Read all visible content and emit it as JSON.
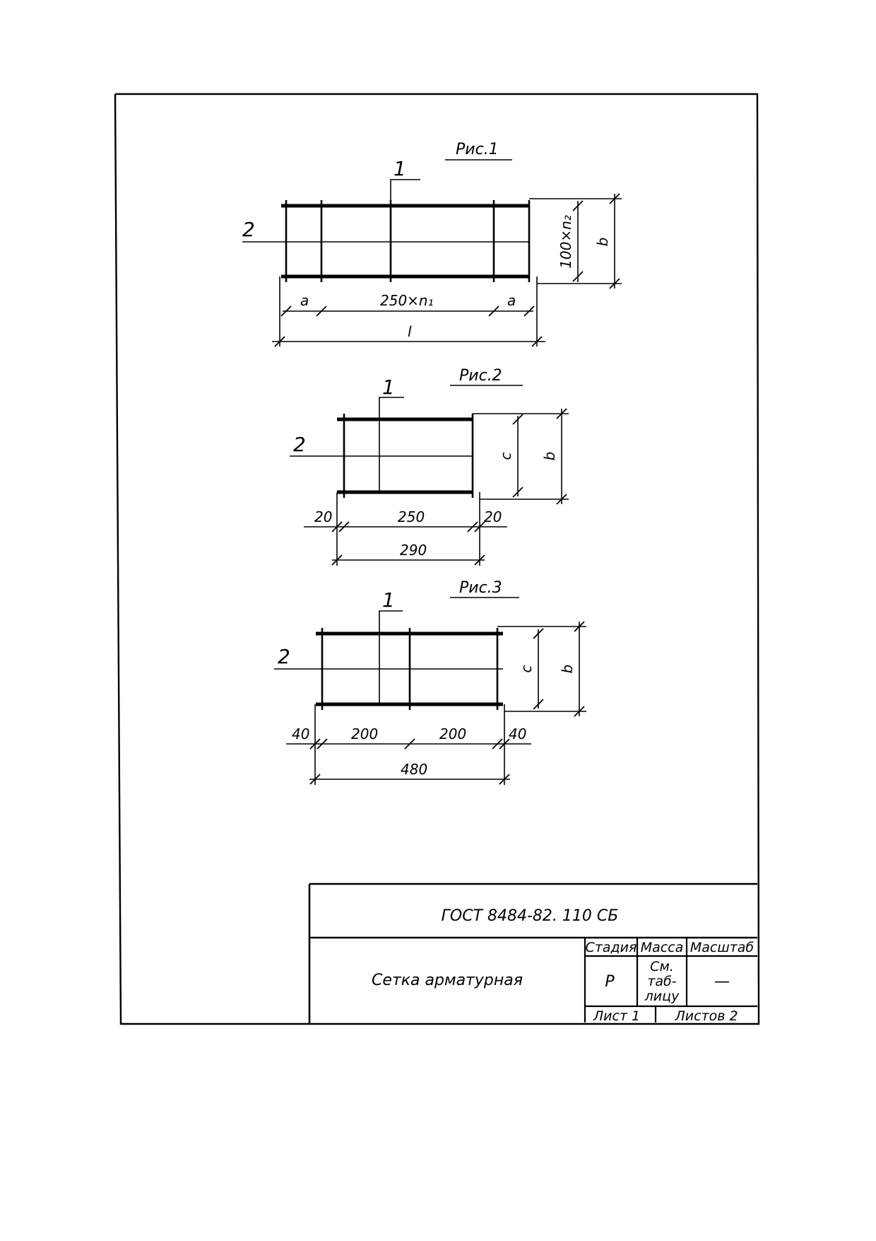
{
  "fig1": {
    "caption": "Рис.1",
    "callout_1": "1",
    "callout_2": "2",
    "dim_a_left": "a",
    "dim_mid": "250×n₁",
    "dim_a_right": "a",
    "dim_total": "l",
    "dim_inner_v": "100×n₂",
    "dim_outer_v": "b"
  },
  "fig2": {
    "caption": "Рис.2",
    "callout_1": "1",
    "callout_2": "2",
    "dim_left": "20",
    "dim_mid": "250",
    "dim_right": "20",
    "dim_total": "290",
    "dim_inner_v": "c",
    "dim_outer_v": "b"
  },
  "fig3": {
    "caption": "Рис.3",
    "callout_1": "1",
    "callout_2": "2",
    "dim_left": "40",
    "dim_mid1": "200",
    "dim_mid2": "200",
    "dim_right": "40",
    "dim_total": "480",
    "dim_inner_v": "c",
    "dim_outer_v": "b"
  },
  "title_block": {
    "designation": "ГОСТ 8484-82. 110 СБ",
    "name": "Сетка арматурная",
    "stage_header": "Стадия",
    "mass_header": "Масса",
    "scale_header": "Масштаб",
    "stage_value": "Р",
    "mass_value_1": "См.",
    "mass_value_2": "таб-",
    "mass_value_3": "лицу",
    "scale_value": "—",
    "sheet_label": "Лист 1",
    "sheets_label": "Листов 2"
  }
}
